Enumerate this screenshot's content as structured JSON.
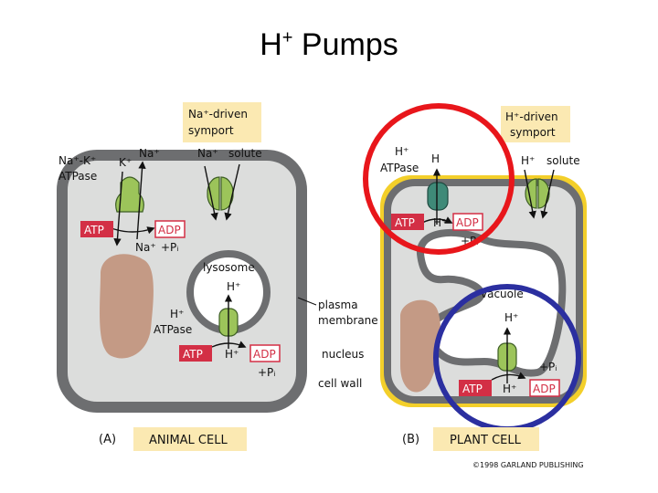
{
  "title": {
    "base": "H",
    "sup": "+",
    "rest": " Pumps"
  },
  "animal": {
    "symport_title_1": "Na⁺-driven",
    "symport_title_2": "symport",
    "atpase_1": "Na⁺-K⁺",
    "atpase_2": "ATPase",
    "k_ion": "K⁺",
    "na_out": "Na⁺",
    "na_symport": "Na⁺",
    "solute": "solute",
    "atp": "ATP",
    "adp": "ADP",
    "na_in": "Na⁺",
    "pi": "+Pᵢ",
    "lysosome": "lysosome",
    "lyso_h": "H⁺",
    "lyso_atpase_1": "H⁺",
    "lyso_atpase_2": "ATPase",
    "lyso_atp": "ATP",
    "lyso_h2": "H⁺",
    "lyso_adp": "ADP",
    "lyso_pi": "+Pᵢ",
    "panel_letter": "(A)",
    "panel_label": "ANIMAL CELL"
  },
  "middle": {
    "plasma_1": "plasma",
    "plasma_2": "membrane",
    "nucleus": "nucleus",
    "cell_wall": "cell wall"
  },
  "plant": {
    "symport_title_1": "H⁺-driven",
    "symport_title_2": "symport",
    "atpase_1": "H⁺",
    "atpase_2": "ATPase",
    "h_out": "H",
    "h_symport": "H⁺",
    "solute": "solute",
    "atp": "ATP",
    "h_in": "H⁺",
    "adp": "ADP",
    "pi": "+Pᵢ",
    "vacuole": "vacuole",
    "vac_h": "H⁺",
    "vac_pi": "+Pᵢ",
    "vac_atp": "ATP",
    "vac_h2": "H⁺",
    "vac_adp": "ADP",
    "panel_letter": "(B)",
    "panel_label": "PLANT CELL"
  },
  "copyright": "©1998 GARLAND PUBLISHING",
  "colors": {
    "cell_fill": "#dcdddc",
    "cell_border": "#6d6e70",
    "wall_yellow": "#f3cf2a",
    "protein_green": "#9cc45a",
    "protein_teal": "#3f8a78",
    "nucleus": "#c49a85",
    "atp_red": "#d32f45",
    "label_box": "#fbe9b2",
    "highlight_red": "#e8161b",
    "highlight_blue": "#2b2fa0"
  }
}
